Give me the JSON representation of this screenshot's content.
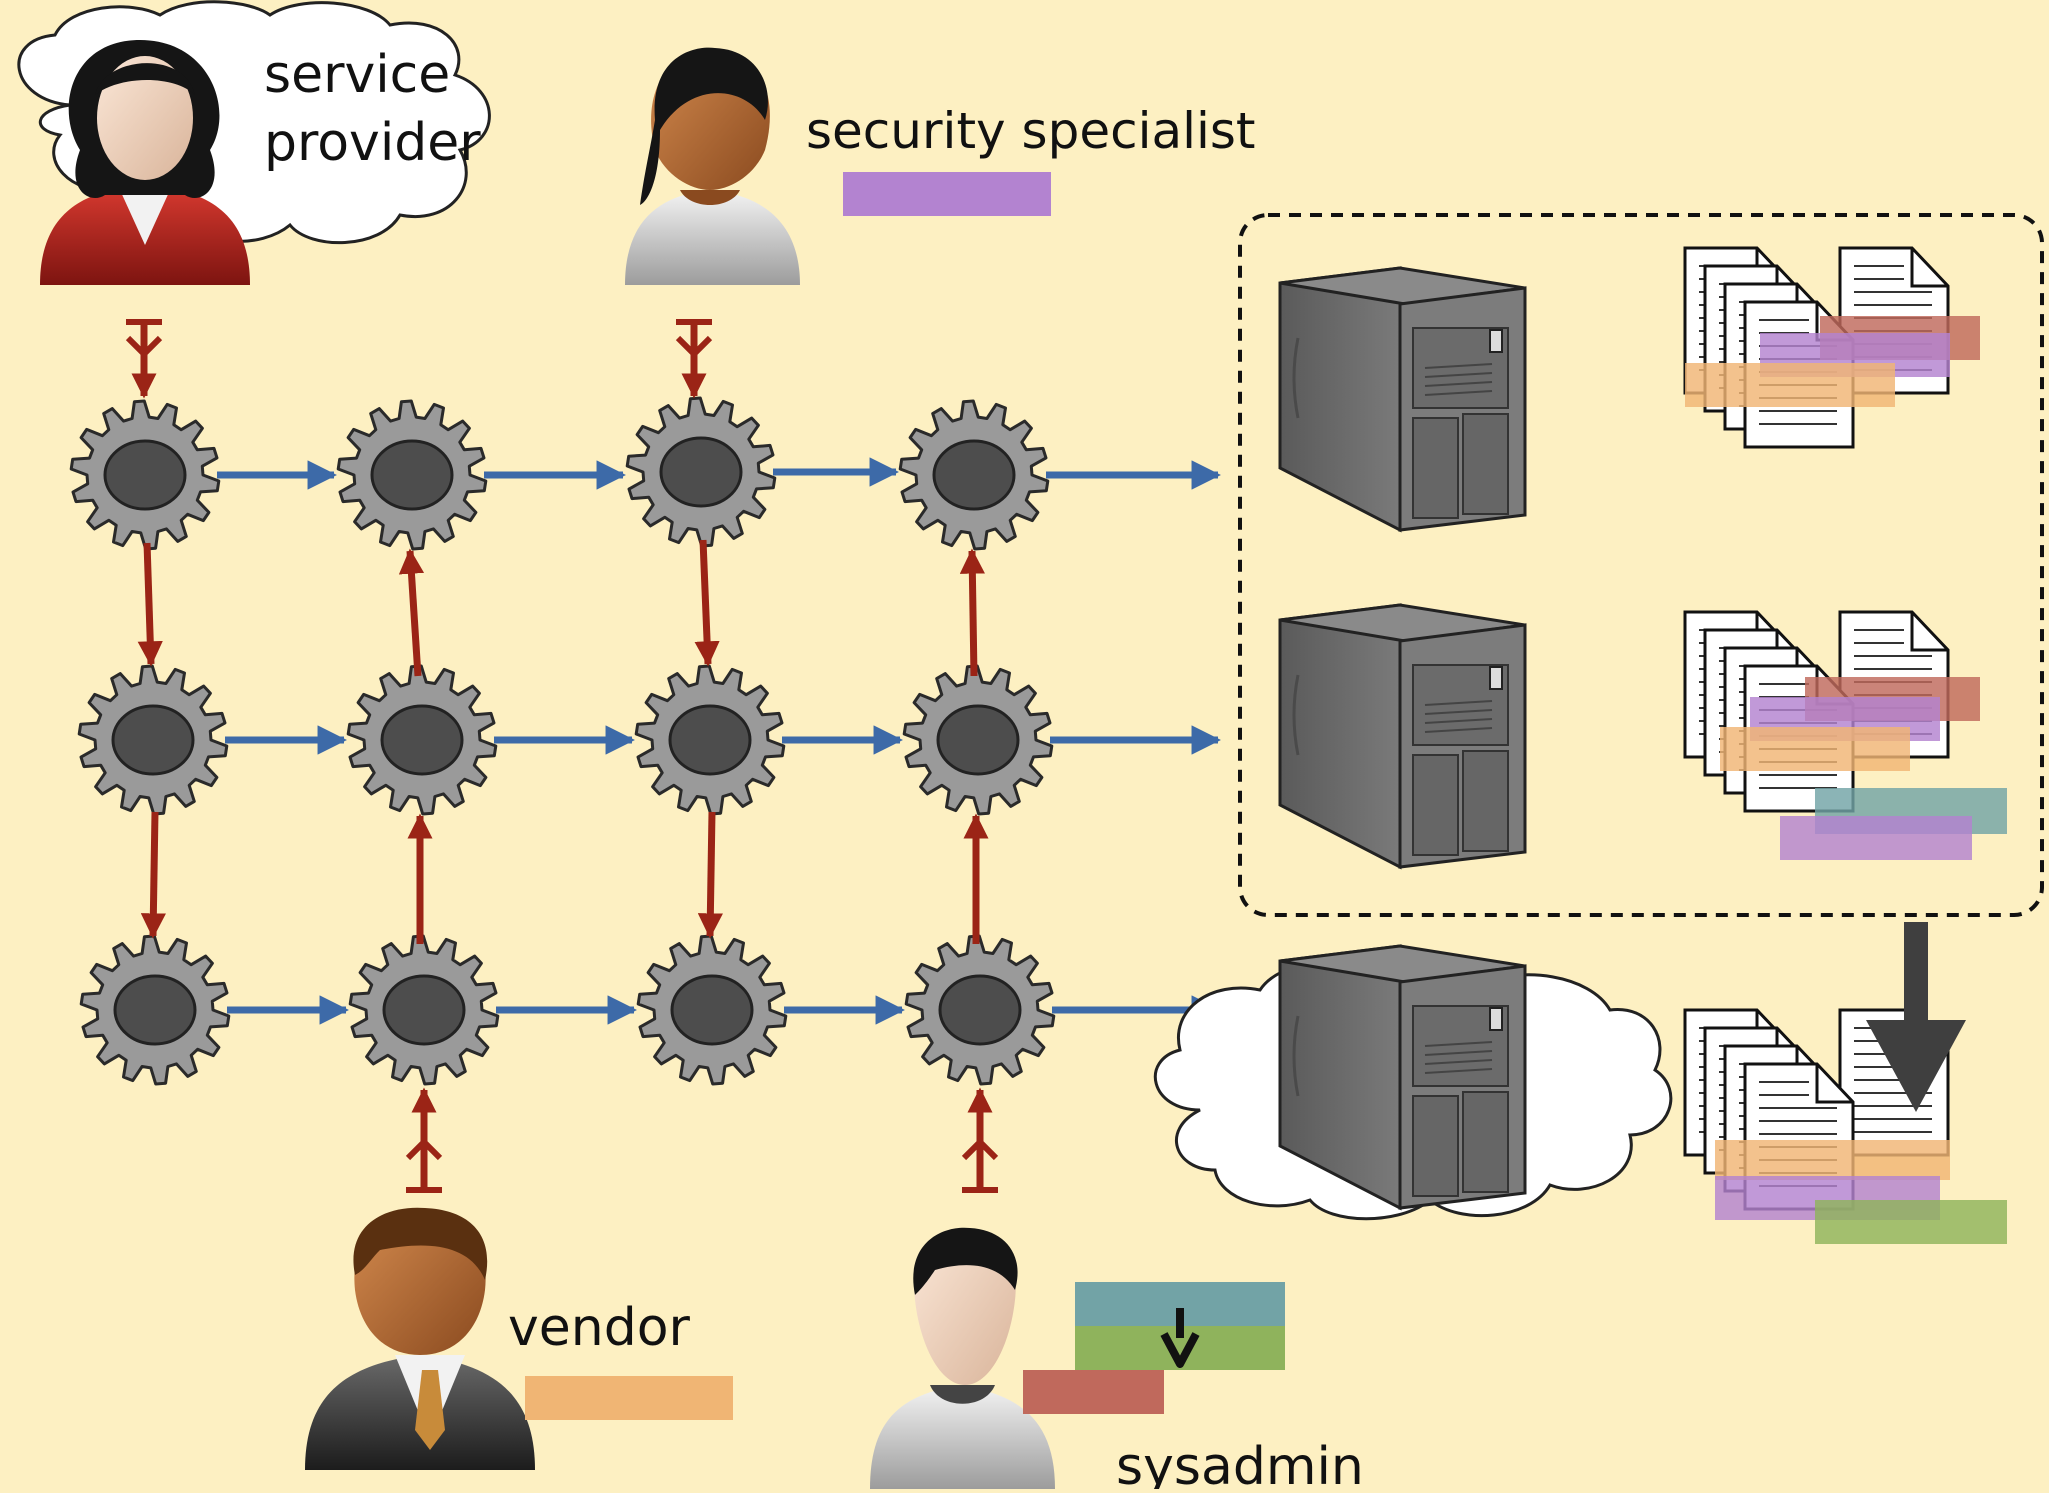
{
  "background_color": "#fdf0c2",
  "labels": {
    "service_provider_line1": "service",
    "service_provider_line2": "provider",
    "security_specialist": "security specialist",
    "vendor": "vendor",
    "sysadmin": "sysadmin"
  },
  "colors": {
    "pipeline_arrow": "#3d6aa8",
    "control_arrow": "#9b2416",
    "move_arrow": "#3f3f3f",
    "gear": "#9a9a9a",
    "gear_hub": "#4d4d4d",
    "server": "#6e6e6e",
    "tag_purple": "#b383d0",
    "tag_orange": "#f0b574",
    "tag_red": "#c0695c",
    "tag_teal": "#72a3a6",
    "tag_green": "#8fb35c"
  },
  "icons": {
    "actors": [
      "woman-avatar-icon",
      "woman-avatar-icon",
      "man-suit-avatar-icon",
      "man-avatar-icon"
    ],
    "gear": "gear-icon",
    "server": "server-tower-icon",
    "documents": "document-stack-icon",
    "cloud": "cloud-icon"
  }
}
